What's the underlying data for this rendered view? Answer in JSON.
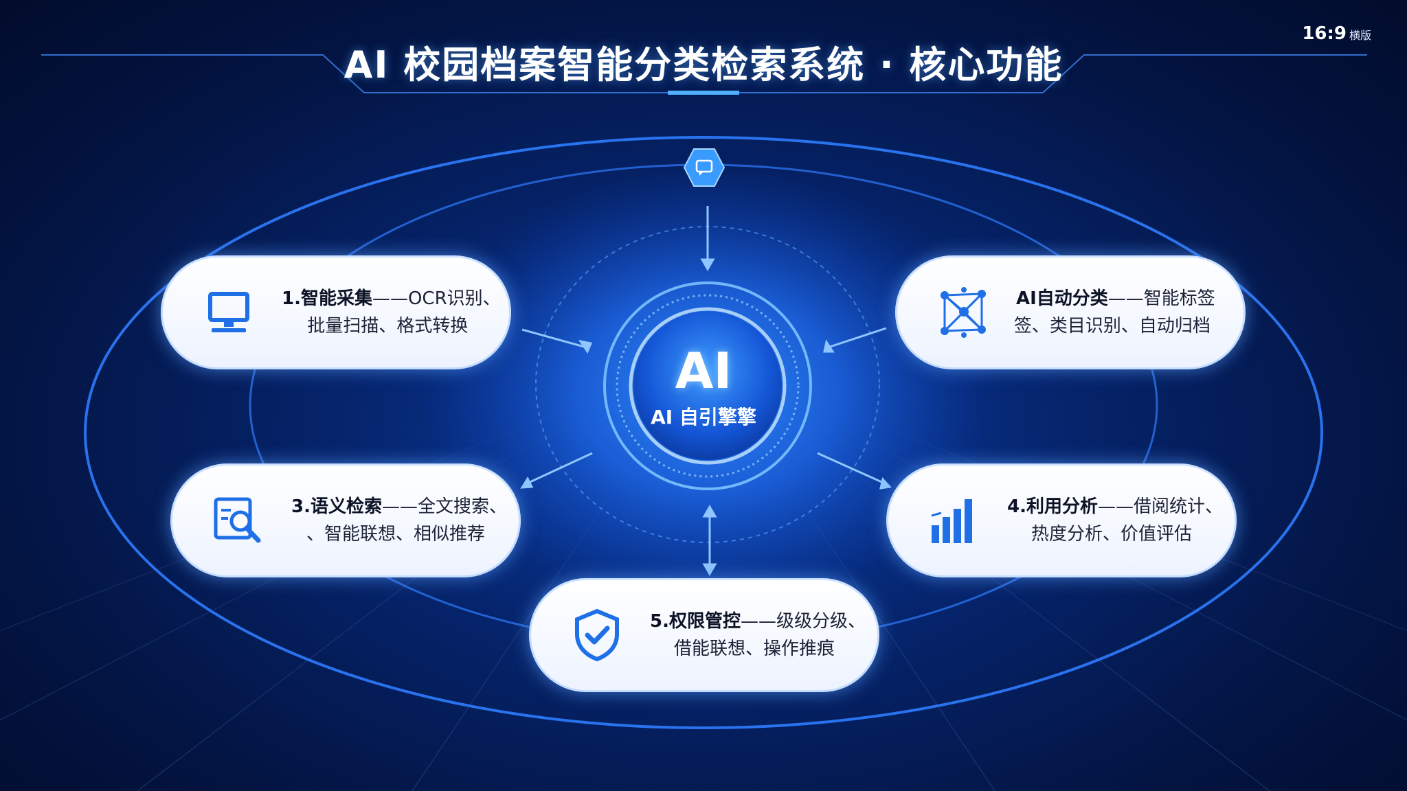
{
  "header": {
    "title": "AI 校园档案智能分类检索系统 · 核心功能",
    "ratio_number": "16:9",
    "ratio_label": "横版"
  },
  "hub": {
    "title": "AI",
    "subtitle": "AI 自引擎擎"
  },
  "cards": [
    {
      "id": "collect",
      "head": "1.智能采集",
      "rest": "——OCR识别、",
      "line2": "批量扫描、格式转换",
      "icon": "computer-monitor-icon"
    },
    {
      "id": "classify",
      "head": "AI自动分类",
      "rest": "——智能标签",
      "line2": "签、类目识别、自动归档",
      "icon": "network-graph-icon"
    },
    {
      "id": "search",
      "head": "3.语义检索",
      "rest": "——全文搜索、",
      "line2": "、智能联想、相似推荐",
      "icon": "document-search-icon"
    },
    {
      "id": "analysis",
      "head": "4.利用分析",
      "rest": "——借阅统计、",
      "line2": "热度分析、价值评估",
      "icon": "bar-chart-icon"
    },
    {
      "id": "permission",
      "head": "5.权限管控",
      "rest": "——级级分级、",
      "line2": "借能联想、操作推痕",
      "icon": "shield-check-icon"
    }
  ],
  "colors": {
    "accent": "#1f6fe6",
    "glow": "#3da0ff",
    "card_bg": "#ffffff",
    "background": "#04184d"
  }
}
